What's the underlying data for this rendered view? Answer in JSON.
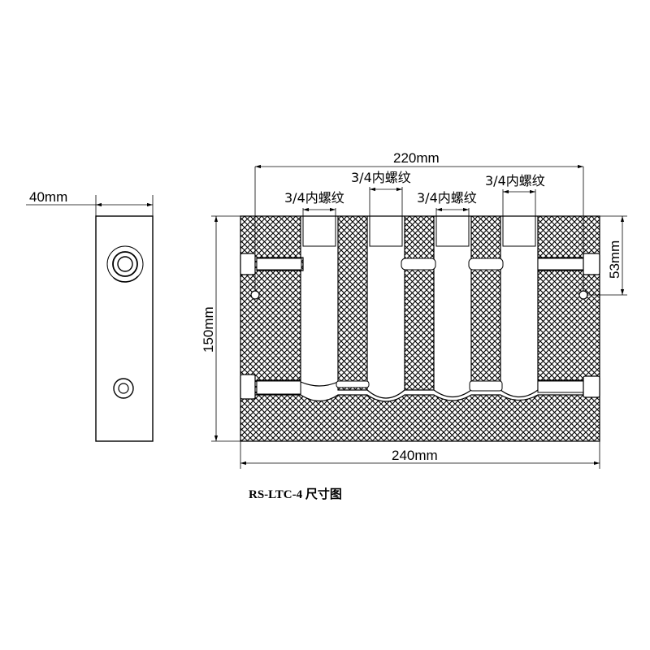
{
  "dimensions": {
    "side_width": "40mm",
    "total_length": "240mm",
    "port_spacing": "220mm",
    "height": "150mm",
    "port_height": "53mm"
  },
  "thread_labels": [
    "3/4内螺纹",
    "3/4内螺纹",
    "3/4内螺纹",
    "3/4内螺纹"
  ],
  "caption": "RS-LTC-4 尺寸图",
  "colors": {
    "line": "#000000",
    "hatch": "#000000",
    "background": "#ffffff"
  }
}
